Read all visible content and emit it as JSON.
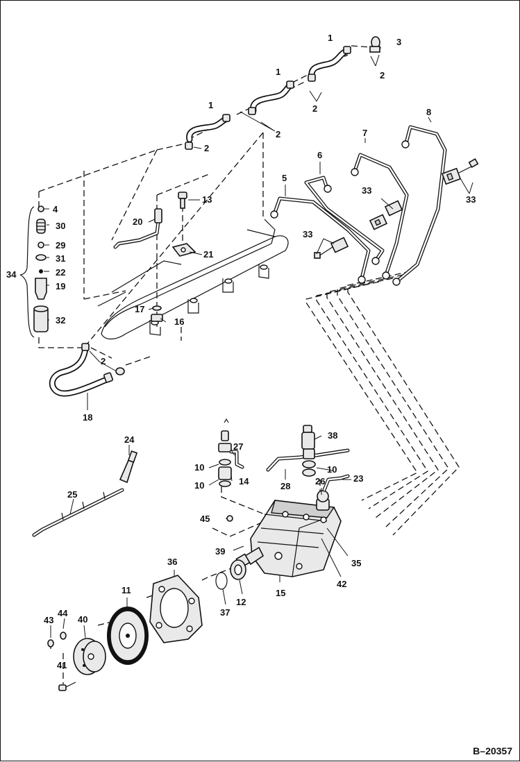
{
  "diagram": {
    "code": "B–20357",
    "labels": {
      "l1a": "1",
      "l1b": "1",
      "l1c": "1",
      "l2a": "2",
      "l2b": "2",
      "l2c": "2",
      "l2d": "2",
      "l2e": "2",
      "l3": "3",
      "l4": "4",
      "l5": "5",
      "l6": "6",
      "l7": "7",
      "l8": "8",
      "l10a": "10",
      "l10b": "10",
      "l10c": "10",
      "l11": "11",
      "l12": "12",
      "l13": "13",
      "l14": "14",
      "l15": "15",
      "l16": "16",
      "l17": "17",
      "l18": "18",
      "l19": "19",
      "l20": "20",
      "l21": "21",
      "l22": "22",
      "l23": "23",
      "l24": "24",
      "l25": "25",
      "l26": "26",
      "l27": "27",
      "l28": "28",
      "l29": "29",
      "l30": "30",
      "l31": "31",
      "l32": "32",
      "l33a": "33",
      "l33b": "33",
      "l33c": "33",
      "l34": "34",
      "l35": "35",
      "l36": "36",
      "l37": "37",
      "l38": "38",
      "l39": "39",
      "l40": "40",
      "l41": "41",
      "l42": "42",
      "l43": "43",
      "l44": "44",
      "l45": "45"
    }
  }
}
